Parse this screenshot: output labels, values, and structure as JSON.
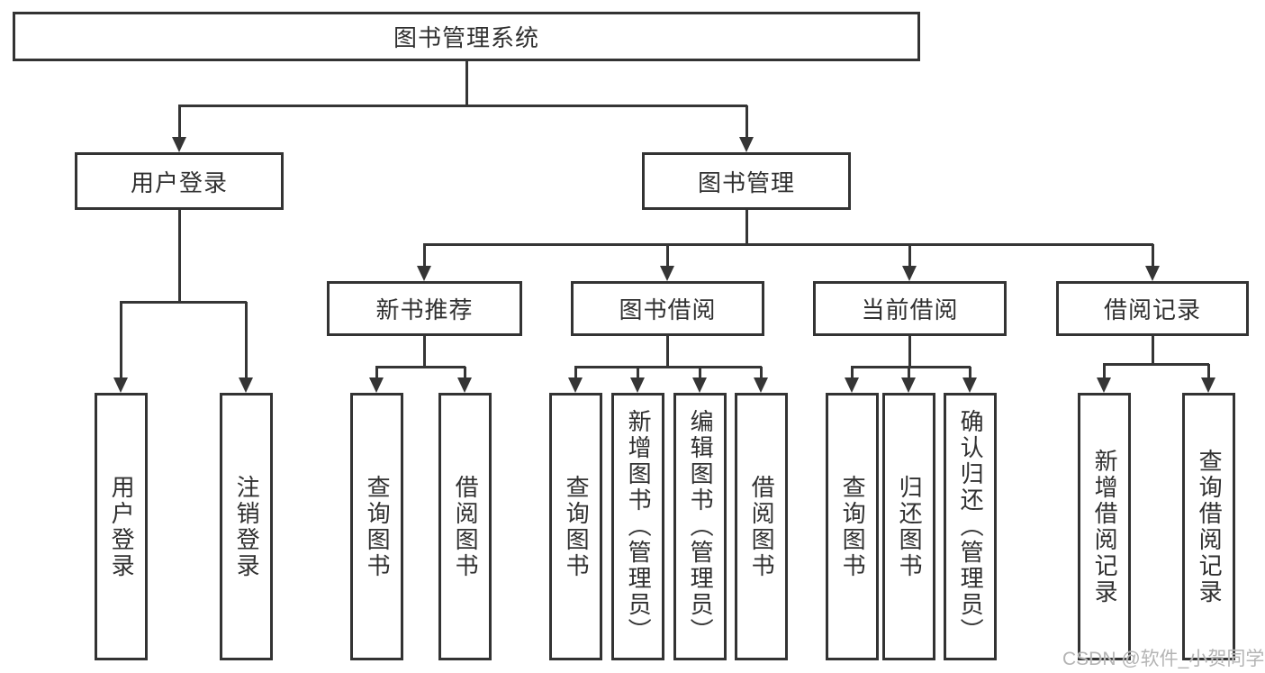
{
  "watermark": "CSDN @软件_小贺同学",
  "colors": {
    "line": "#353535",
    "border": "#333333",
    "text": "#303030",
    "background": "#ffffff",
    "watermark": "#b4b4b4"
  },
  "tree": {
    "label": "图书管理系统",
    "children": [
      {
        "label": "用户登录",
        "children": [
          {
            "label": "用户登录"
          },
          {
            "label": "注销登录"
          }
        ]
      },
      {
        "label": "图书管理",
        "children": [
          {
            "label": "新书推荐",
            "children": [
              {
                "label": "查询图书"
              },
              {
                "label": "借阅图书"
              }
            ]
          },
          {
            "label": "图书借阅",
            "children": [
              {
                "label": "查询图书"
              },
              {
                "label": "新增图书（管理员）"
              },
              {
                "label": "编辑图书（管理员）"
              },
              {
                "label": "借阅图书"
              }
            ]
          },
          {
            "label": "当前借阅",
            "children": [
              {
                "label": "查询图书"
              },
              {
                "label": "归还图书"
              },
              {
                "label": "确认归还（管理员）"
              }
            ]
          },
          {
            "label": "借阅记录",
            "children": [
              {
                "label": "新增借阅记录"
              },
              {
                "label": "查询借阅记录"
              }
            ]
          }
        ]
      }
    ]
  }
}
